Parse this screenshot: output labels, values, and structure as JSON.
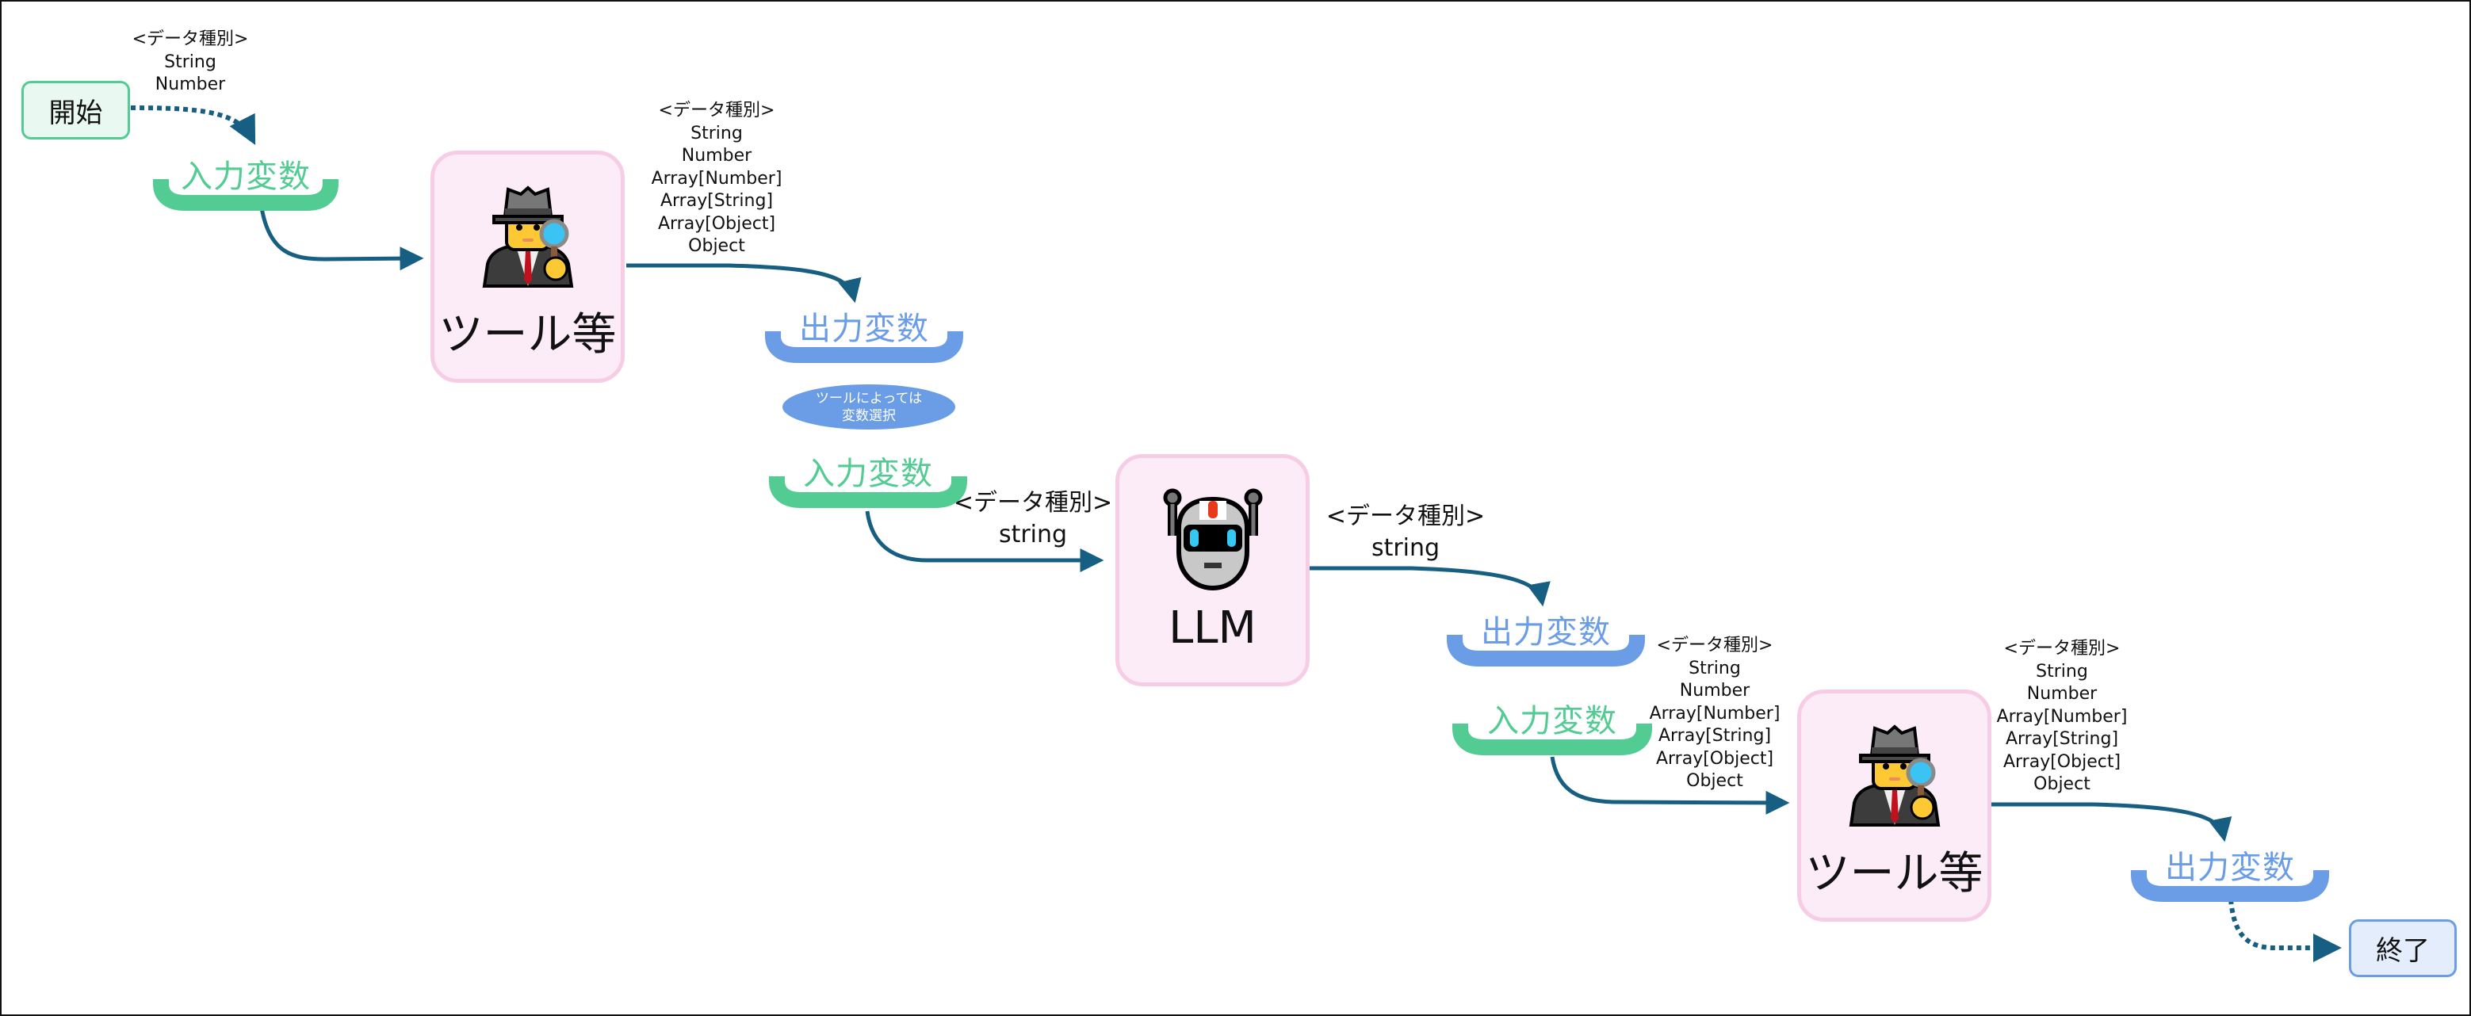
{
  "diagram": {
    "start": {
      "label": "開始"
    },
    "end": {
      "label": "終了"
    },
    "nodes": [
      {
        "id": "tool-1",
        "label": "ツール等",
        "icon": "detective-icon"
      },
      {
        "id": "llm",
        "label": "LLM",
        "icon": "robot-icon"
      },
      {
        "id": "tool-2",
        "label": "ツール等",
        "icon": "detective-icon"
      }
    ],
    "variables": {
      "input_label": "入力変数",
      "output_label": "出力変数"
    },
    "note": {
      "line1": "ツールによっては",
      "line2": "変数選択"
    },
    "type_labels": [
      {
        "heading": "<データ種別>",
        "types": [
          "String",
          "Number"
        ]
      },
      {
        "heading": "<データ種別>",
        "types": [
          "String",
          "Number",
          "Array[Number]",
          "Array[String]",
          "Array[Object]",
          "Object"
        ]
      },
      {
        "heading": "<データ種別>",
        "types": [
          "string"
        ]
      },
      {
        "heading": "<データ種別>",
        "types": [
          "string"
        ]
      },
      {
        "heading": "<データ種別>",
        "types": [
          "String",
          "Number",
          "Array[Number]",
          "Array[String]",
          "Array[Object]",
          "Object"
        ]
      },
      {
        "heading": "<データ種別>",
        "types": [
          "String",
          "Number",
          "Array[Number]",
          "Array[String]",
          "Array[Object]",
          "Object"
        ]
      }
    ],
    "colors": {
      "input": "#52cc93",
      "output": "#6b9de6",
      "node_fill": "#fbecf7",
      "node_border": "#f7cde6",
      "connector": "#175f82"
    }
  }
}
